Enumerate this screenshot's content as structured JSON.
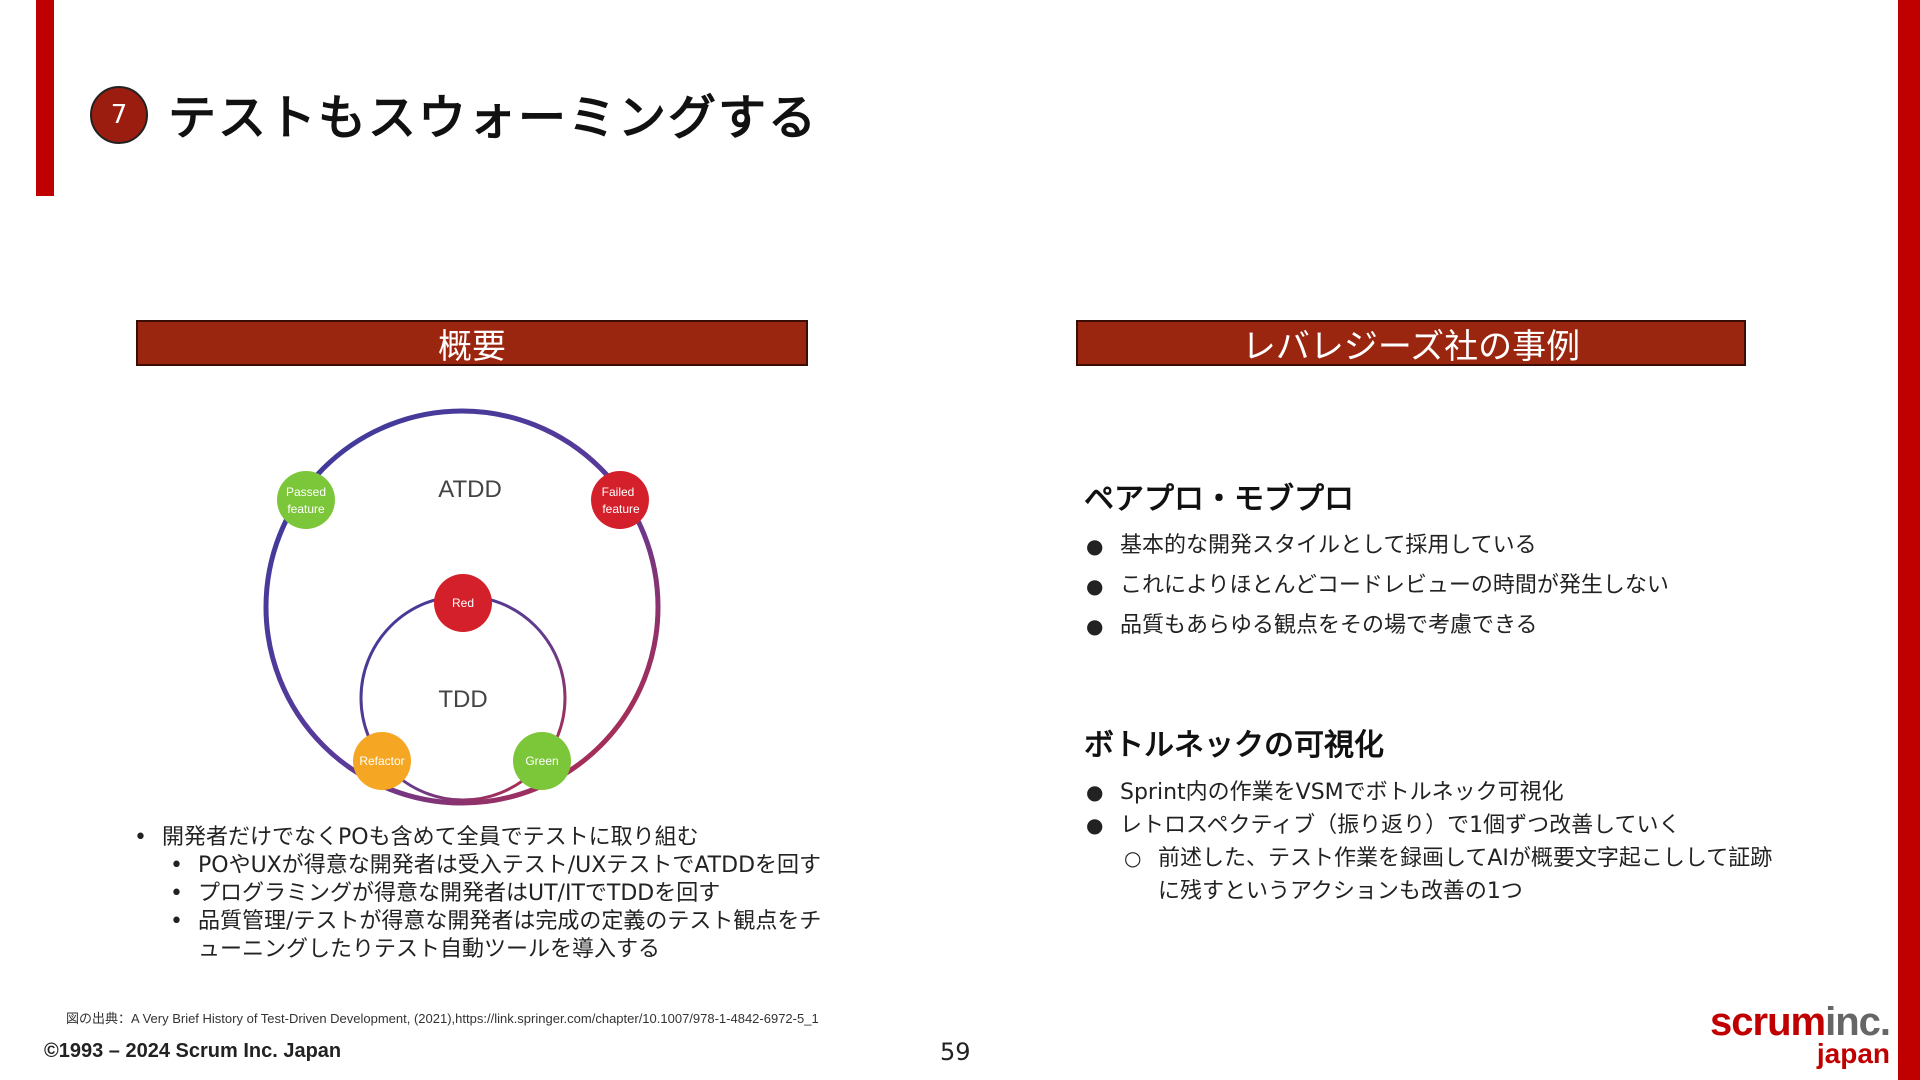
{
  "slide": {
    "number": "7",
    "title": "テストもスウォーミングする",
    "page_number": "59",
    "copyright": "©1993 – 2024 Scrum Inc. Japan",
    "citation": "図の出典：A Very Brief History of Test-Driven Development, (2021),https://link.springer.com/chapter/10.1007/978-1-4842-6972-5_1",
    "logo": {
      "scrum": "scrum",
      "inc": "inc.",
      "japan": "japan"
    }
  },
  "left_panel": {
    "header": "概要",
    "diagram": {
      "outer_label": "ATDD",
      "inner_label": "TDD",
      "nodes": {
        "passed_line1": "Passed",
        "passed_line2": "feature",
        "failed_line1": "Failed",
        "failed_line2": "feature",
        "red": "Red",
        "green": "Green",
        "refactor": "Refactor"
      }
    },
    "bullets": [
      {
        "text": "開発者だけでなくPOも含めて全員でテストに取り組む"
      },
      {
        "text": "POやUXが得意な開発者は受入テスト/UXテストでATDDを回す"
      },
      {
        "text": "プログラミングが得意な開発者はUT/ITでTDDを回す"
      },
      {
        "text": "品質管理/テストが得意な開発者は完成の定義のテスト観点をチューニングしたりテスト自動ツールを導入する"
      }
    ]
  },
  "right_panel": {
    "header": "レバレジーズ社の事例",
    "section1": {
      "title": "ペアプロ・モブプロ",
      "bullets": [
        "基本的な開発スタイルとして採用している",
        "これによりほとんどコードレビューの時間が発生しない",
        "品質もあらゆる観点をその場で考慮できる"
      ]
    },
    "section2": {
      "title": "ボトルネックの可視化",
      "bullets": [
        "Sprint内の作業をVSMでボトルネック可視化",
        "レトロスペクティブ（振り返り）で1個ずつ改善していく",
        "前述した、テスト作業を録画してAIが概要文字起こしして証跡に残すというアクションも改善の1つ"
      ]
    }
  },
  "colors": {
    "accent_red": "#c00000",
    "header_brown": "#9b2610",
    "node_green": "#7cc63a",
    "node_red": "#d4202a",
    "node_orange": "#f5a623",
    "ring_blue": "#3a3a9a",
    "ring_red": "#c8283a"
  }
}
